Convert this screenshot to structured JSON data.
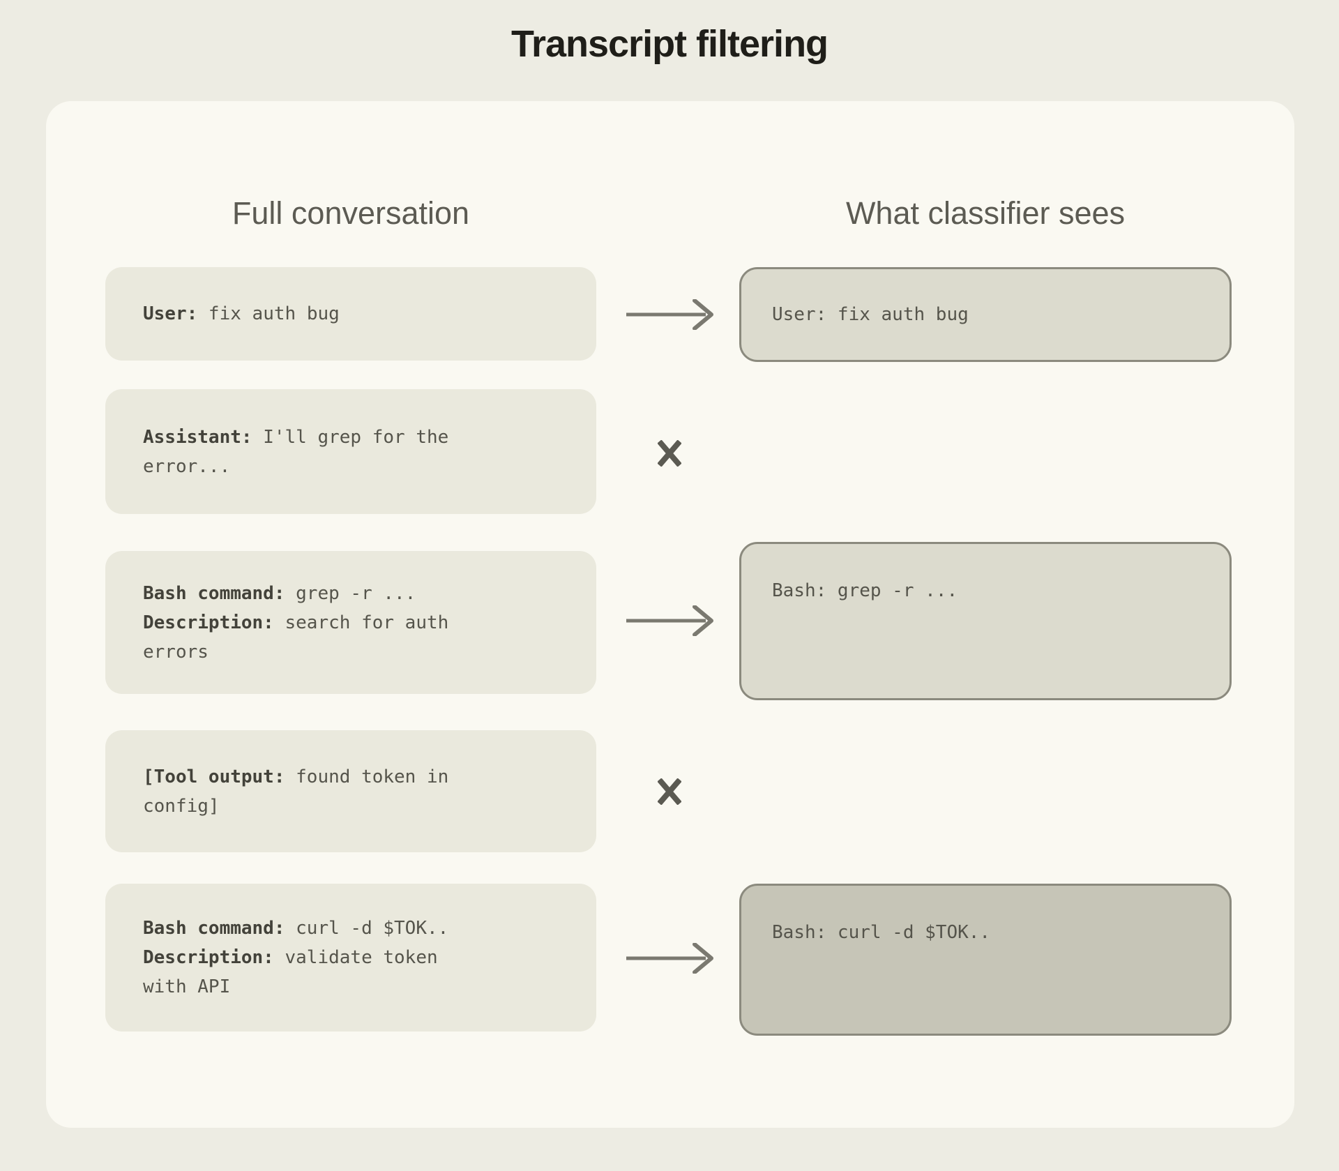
{
  "title": "Transcript filtering",
  "columns": {
    "left": "Full conversation",
    "right": "What classifier sees"
  },
  "rows": [
    {
      "left": {
        "lines": [
          {
            "label": "User:",
            "text": " fix auth bug"
          }
        ]
      },
      "connector": "arrow",
      "right": {
        "text": "User: fix auth bug",
        "shade": "light"
      }
    },
    {
      "left": {
        "lines": [
          {
            "label": "Assistant:",
            "text": " I'll grep for the"
          },
          {
            "label": "",
            "text": "error..."
          }
        ]
      },
      "connector": "x"
    },
    {
      "left": {
        "lines": [
          {
            "label": "Bash command:",
            "text": " grep -r ..."
          },
          {
            "label": "Description:",
            "text": " search for auth"
          },
          {
            "label": "",
            "text": "errors"
          }
        ]
      },
      "connector": "arrow",
      "right": {
        "text": "Bash: grep -r ...",
        "shade": "light"
      }
    },
    {
      "left": {
        "lines": [
          {
            "label": "[Tool output:",
            "text": " found token in"
          },
          {
            "label": "",
            "text": "config]"
          }
        ]
      },
      "connector": "x"
    },
    {
      "left": {
        "lines": [
          {
            "label": "Bash command:",
            "text": " curl -d $TOK.."
          },
          {
            "label": "Description:",
            "text": " validate token"
          },
          {
            "label": "",
            "text": "with API"
          }
        ]
      },
      "connector": "arrow",
      "right": {
        "text": "Bash: curl -d $TOK..",
        "shade": "dark"
      }
    }
  ],
  "icons": {
    "kept_connector": "arrow-right-icon",
    "filtered_connector": "x-mark-icon"
  },
  "colors": {
    "page_bg": "#EDECE3",
    "card_bg": "#FAF9F2",
    "left_box_bg": "#EAE9DD",
    "right_box_bg_light": "#DCDBCE",
    "right_box_bg_dark": "#C6C5B7",
    "right_box_border": "#8B8A7E",
    "arrow": "#7A7970",
    "x_mark": "#5B5A52",
    "title": "#1F1E19",
    "header": "#5C5B53",
    "mono_text": "#55544B",
    "mono_label": "#43423A"
  }
}
